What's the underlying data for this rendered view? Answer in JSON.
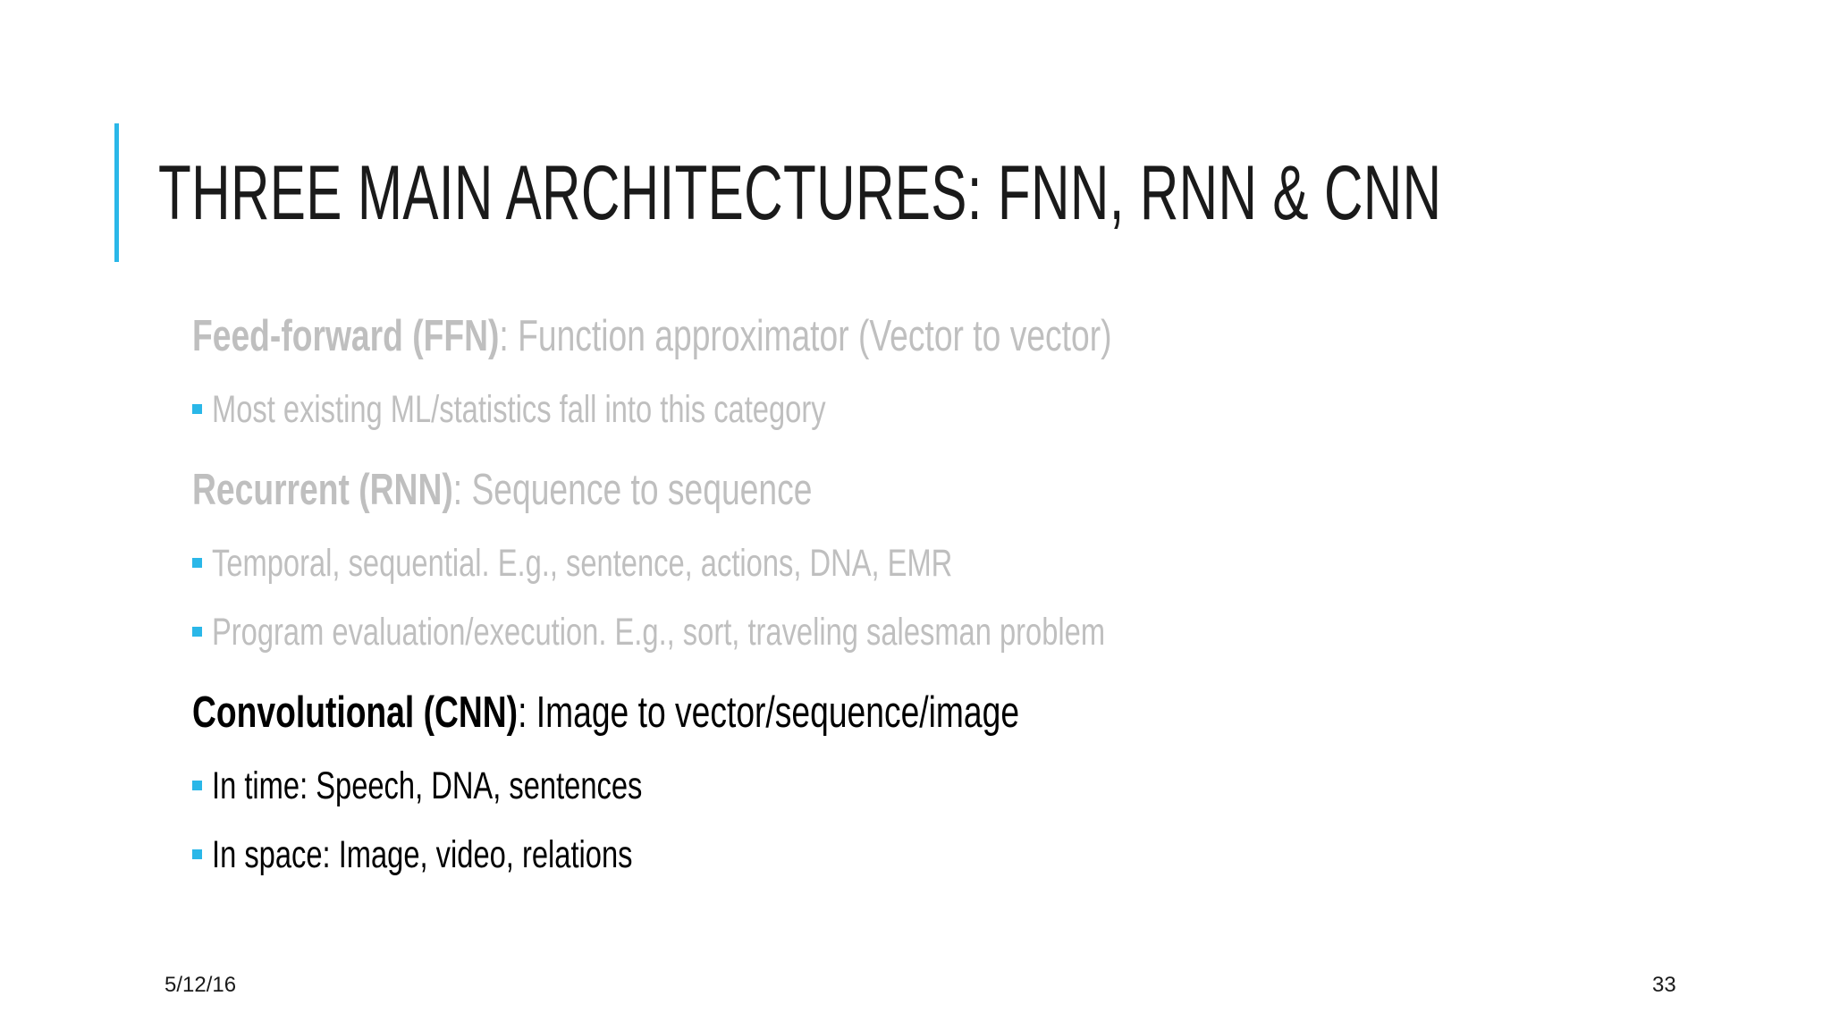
{
  "slide": {
    "title": "THREE MAIN ARCHITECTURES: FNN, RNN & CNN",
    "accent_color": "#2ab7e8",
    "dim_text_color": "#bfbfbf",
    "active_text_color": "#000000",
    "background_color": "#ffffff"
  },
  "content": {
    "sections": [
      {
        "lead": "Feed-forward (FFN)",
        "rest": ": Function approximator (Vector to vector)",
        "state": "dim",
        "bullets": [
          {
            "text": "Most existing ML/statistics fall into this category",
            "state": "dim"
          }
        ]
      },
      {
        "lead": "Recurrent (RNN)",
        "rest": ": Sequence to sequence",
        "state": "dim",
        "bullets": [
          {
            "text": "Temporal, sequential. E.g., sentence, actions, DNA, EMR",
            "state": "dim"
          },
          {
            "text": "Program evaluation/execution. E.g., sort, traveling salesman problem",
            "state": "dim"
          }
        ]
      },
      {
        "lead": "Convolutional (CNN)",
        "rest": ": Image to vector/sequence/image",
        "state": "active",
        "bullets": [
          {
            "text": "In time: Speech, DNA, sentences",
            "state": "active"
          },
          {
            "text": "In space: Image, video, relations",
            "state": "active"
          }
        ]
      }
    ]
  },
  "footer": {
    "date": "5/12/16",
    "page_number": "33"
  }
}
